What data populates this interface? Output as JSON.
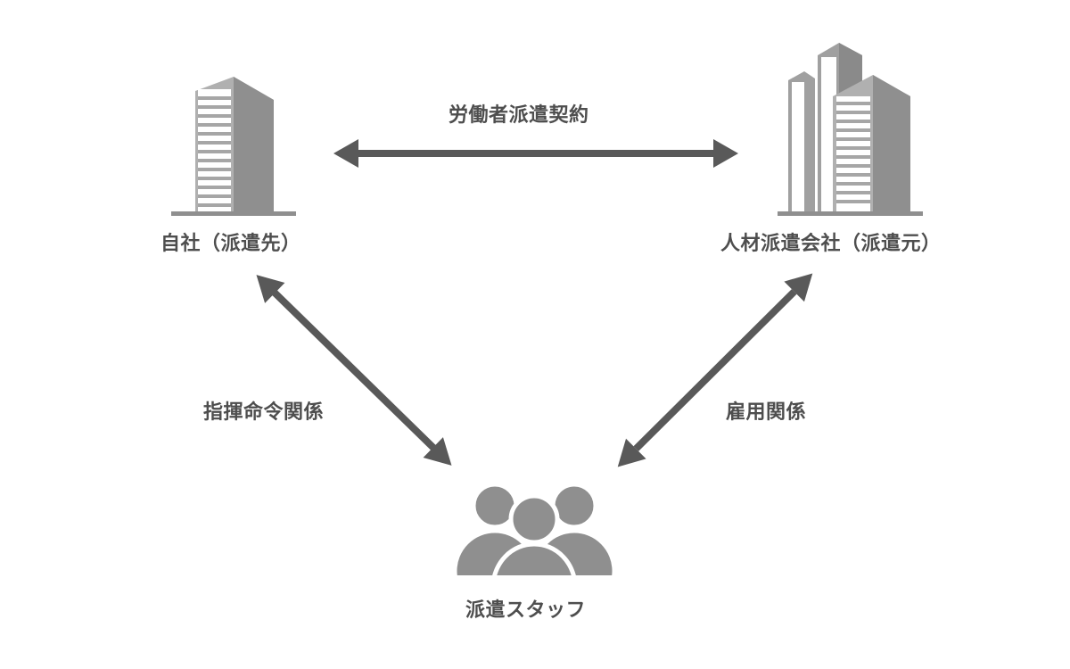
{
  "diagram": {
    "contract_label": "労働者派遣契約",
    "client_label": "自社（派遣先）",
    "agency_label": "人材派遣会社（派遣元）",
    "command_label": "指揮命令関係",
    "employment_label": "雇用関係",
    "staff_label": "派遣スタッフ"
  },
  "icons": {
    "client": "office-building-icon",
    "agency": "office-buildings-icon",
    "staff": "people-group-icon"
  },
  "colors": {
    "arrow": "#595959",
    "icon_dark": "#8f8f8f",
    "icon_light": "#b3b3b3",
    "text": "#4e4e4e",
    "background": "#ffffff"
  }
}
